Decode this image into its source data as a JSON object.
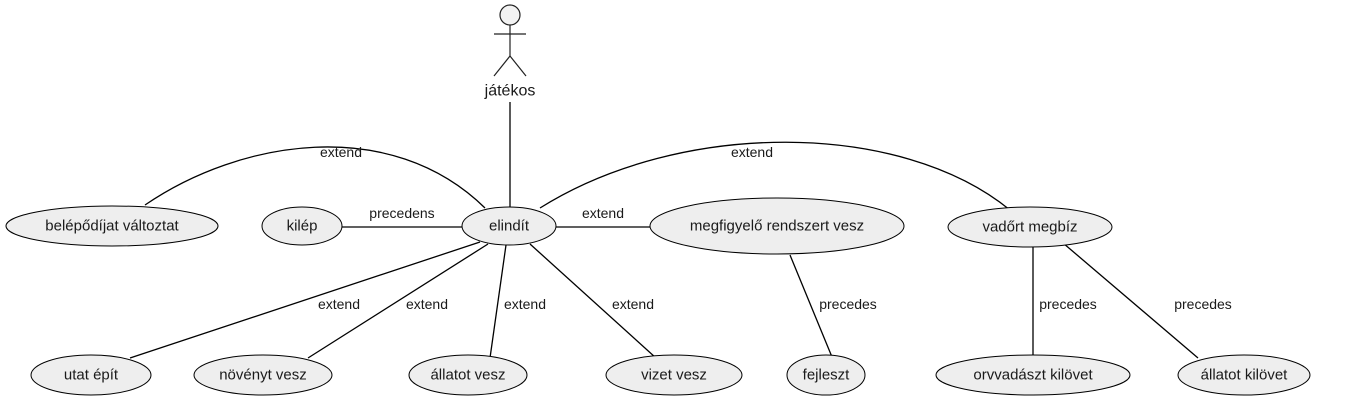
{
  "actor": {
    "label": "játékos"
  },
  "use_cases": {
    "belepodij": "belépődíjat változtat",
    "kilep": "kilép",
    "elindit": "elindít",
    "megfigyelo": "megfigyelő rendszert vesz",
    "vadort": "vadőrt megbíz",
    "utat": "utat épít",
    "novenyt": "növényt vesz",
    "allatot_vesz": "állatot vesz",
    "vizet": "vizet vesz",
    "fejleszt": "fejleszt",
    "orvvadaszt": "orvvadászt kilövet",
    "allatot_kilovet": "állatot kilövet"
  },
  "relations": {
    "e1": "extend",
    "e2": "extend",
    "e3": "precedens",
    "e4": "extend",
    "e5": "extend",
    "e6": "extend",
    "e7": "extend",
    "e8": "extend",
    "e9": "precedes",
    "e10": "precedes",
    "e11": "precedes"
  }
}
